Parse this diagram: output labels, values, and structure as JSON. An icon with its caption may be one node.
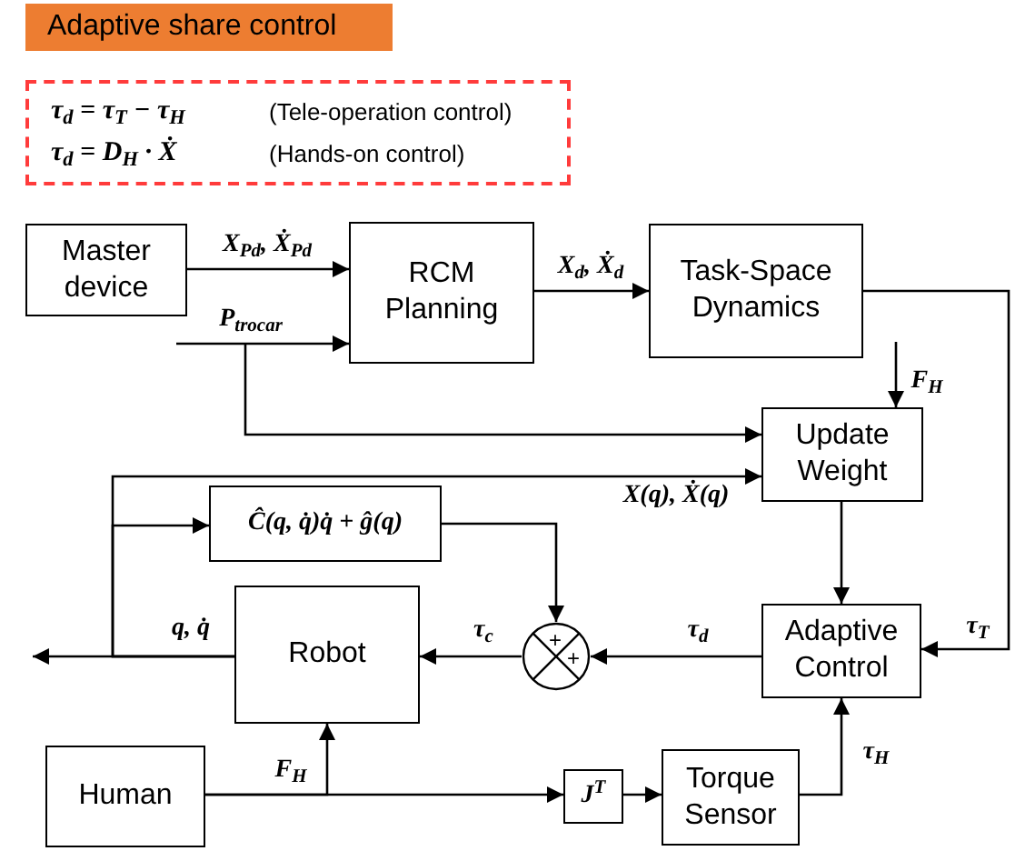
{
  "diagram": {
    "title": "Adaptive share control",
    "nodes": [
      {
        "text": [
          "τ$_{d}$ = τ$_{T}$ − τ$_{H}$",
          "(Tele-operation control)",
          "τ$_{d}$ = D$_{H}$ · Ẋ",
          "(Hands-on control)"
        ]
      },
      {
        "text": [
          "Master device"
        ]
      },
      {
        "text": [
          "RCM Planning"
        ]
      },
      {
        "text": [
          "Task-Space Dynamics"
        ]
      },
      {
        "text": [
          "Update Weight"
        ]
      },
      {
        "text": [
          "Ĉ(q, q̇)q̇ + ĝ(q)"
        ]
      },
      {
        "text": [
          "Robot"
        ]
      },
      {
        "text": [
          "+",
          "+"
        ]
      },
      {
        "text": [
          "Adaptive Control"
        ]
      },
      {
        "text": [
          "Human"
        ]
      },
      {
        "text": [
          "J$^{T}$"
        ]
      },
      {
        "text": [
          "Torque Sensor"
        ]
      }
    ],
    "edges": [
      {
        "from": 1,
        "to": 2,
        "arrow": "to",
        "label": "X$_{Pd}$, Ẋ$_{Pd}$"
      },
      {
        "from": null,
        "to": 2,
        "arrow": "to",
        "label": "P$_{trocar}$"
      },
      {
        "from": null,
        "to": 4,
        "arrow": "to"
      },
      {
        "from": 2,
        "to": 3,
        "arrow": "to",
        "label": "X$_{d}$, Ẋ$_{d}$"
      },
      {
        "from": 3,
        "to": 8,
        "arrow": "to",
        "label": "τ$_{T}$"
      },
      {
        "from": null,
        "to": 4,
        "arrow": "to",
        "label": "F$_{H}$"
      },
      {
        "from": 4,
        "to": 8,
        "arrow": "to"
      },
      {
        "from": 6,
        "to": null,
        "arrow": "to",
        "label": "q, q̇"
      },
      {
        "from": 6,
        "to": 5,
        "arrow": "to"
      },
      {
        "from": 6,
        "to": 4,
        "arrow": "to",
        "label": "X(q), Ẋ(q)"
      },
      {
        "from": 5,
        "to": 7,
        "arrow": "to"
      },
      {
        "from": 8,
        "to": 7,
        "arrow": "to",
        "label": "τ$_{d}$"
      },
      {
        "from": 7,
        "to": 6,
        "arrow": "to",
        "label": "τ$_{c}$"
      },
      {
        "from": 9,
        "to": 6,
        "arrow": "to",
        "label": "F$_{H}$"
      },
      {
        "from": 9,
        "to": 10,
        "arrow": "to"
      },
      {
        "from": 10,
        "to": 11,
        "arrow": "to"
      },
      {
        "from": 11,
        "to": 8,
        "arrow": "to",
        "label": "τ$_{H}$"
      }
    ]
  }
}
